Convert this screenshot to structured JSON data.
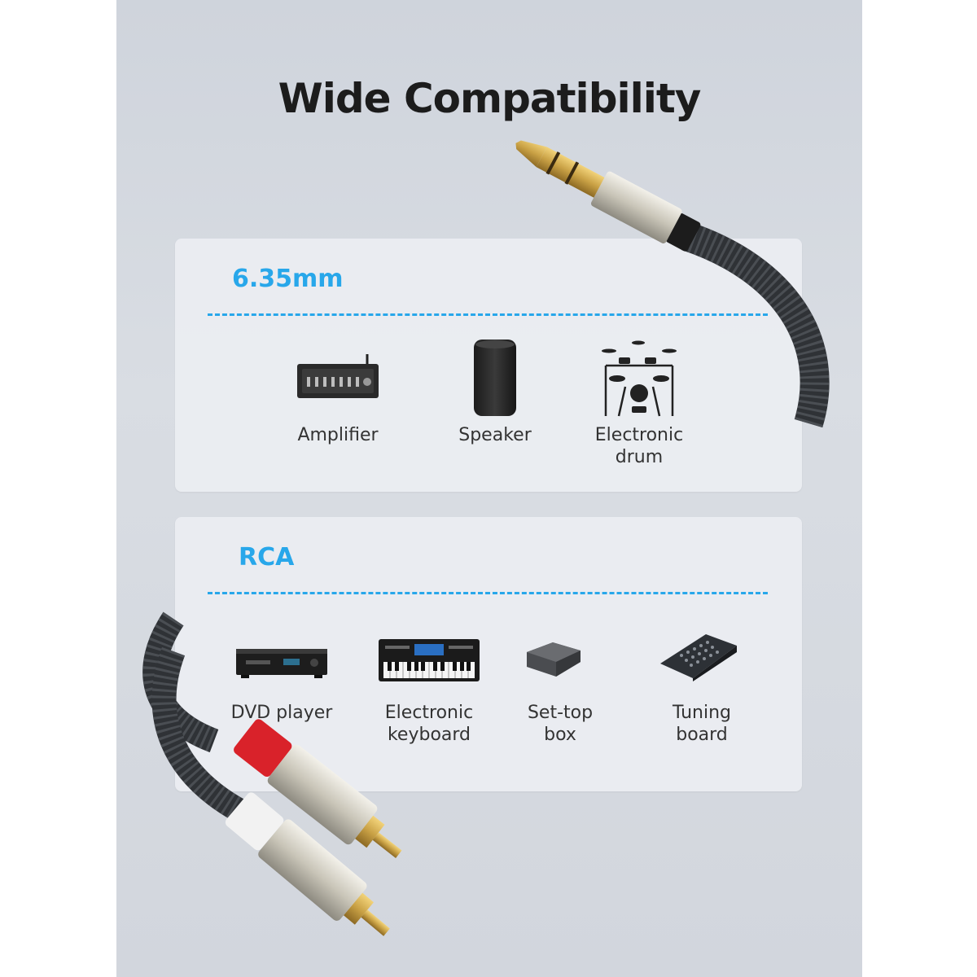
{
  "title": "Wide Compatibility",
  "sections": [
    {
      "heading": "6.35mm",
      "items": [
        {
          "label": "Amplifier",
          "icon": "amplifier-icon"
        },
        {
          "label": "Speaker",
          "icon": "speaker-icon"
        },
        {
          "label_line1": "Electronic",
          "label_line2": "drum",
          "icon": "drum-kit-icon"
        }
      ]
    },
    {
      "heading": "RCA",
      "items": [
        {
          "label": "DVD player",
          "icon": "dvd-player-icon"
        },
        {
          "label_line1": "Electronic",
          "label_line2": "keyboard",
          "icon": "keyboard-icon"
        },
        {
          "label_line1": "Set-top",
          "label_line2": "box",
          "icon": "set-top-box-icon"
        },
        {
          "label_line1": "Tuning",
          "label_line2": "board",
          "icon": "mixer-icon"
        }
      ]
    }
  ],
  "colors": {
    "accent": "#28a7ea",
    "gold": "#c9a145",
    "red_ring": "#d9222a",
    "white_ring": "#f2f2f2",
    "cable": "#3a3d42"
  }
}
